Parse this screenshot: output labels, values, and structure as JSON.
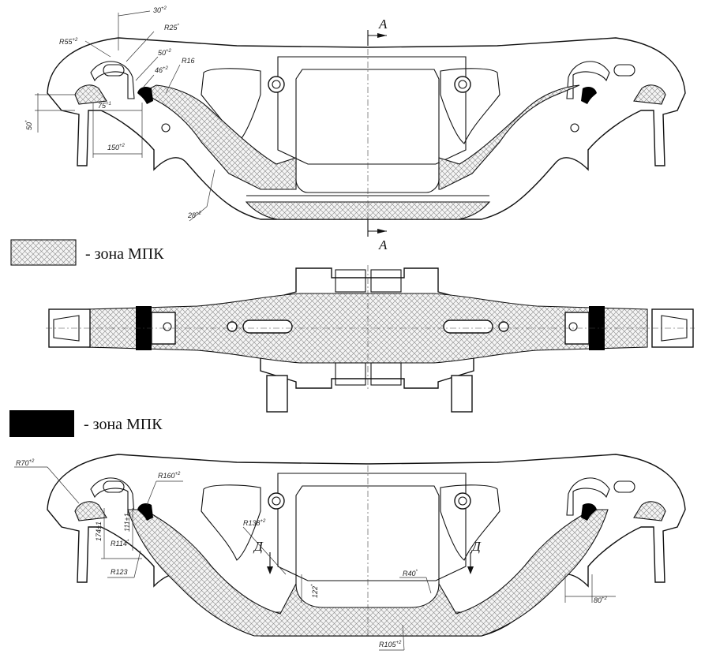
{
  "section_labels": {
    "a_top": "А",
    "a_bottom": "А",
    "d_left": "Д",
    "d_right": "Д"
  },
  "legend": [
    {
      "text": "- зона  МПК"
    },
    {
      "text": "- зона  МПК"
    }
  ],
  "dimensions_top": {
    "d30": "30",
    "d30_tol": "+2",
    "r55": "R55",
    "r55_tol": "+2",
    "r25": "R25",
    "r25_tol": "*",
    "d50": "50",
    "d50_tol": "+2",
    "d46": "46",
    "d46_tol": "+2",
    "r16": "R16",
    "d75": "75",
    "d75_tol": "+1",
    "d150": "150",
    "d150_tol": "+2",
    "d50v": "50",
    "d50v_tol": "*",
    "d28": "28",
    "d28_tol": "+2"
  },
  "dimensions_bottom": {
    "r70": "R70",
    "r70_tol": "+2",
    "r160": "R160",
    "r160_tol": "+2",
    "d174": "174±1",
    "d111": "111±1",
    "r114": "R114",
    "r114_tol": "*",
    "r123": "R123",
    "r138": "R138",
    "r138_tol": "+2",
    "d122": "122",
    "d122_tol": "*",
    "r40": "R40",
    "r40_tol": "*",
    "r105": "R105",
    "r105_tol": "+2",
    "d80": "80",
    "d80_tol": "+2"
  },
  "colors": {
    "line": "#111111",
    "hatch": "#777777",
    "black_zone": "#000000"
  }
}
